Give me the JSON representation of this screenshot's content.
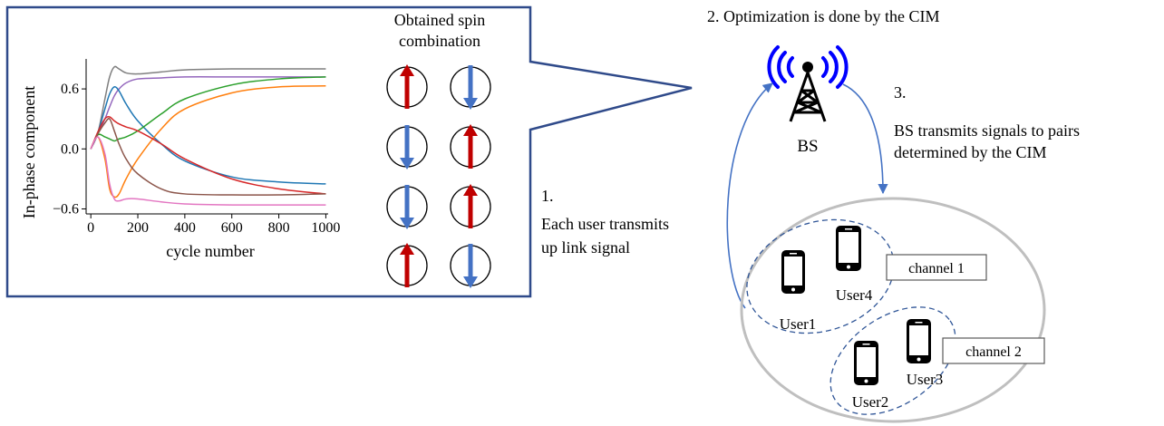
{
  "chart_data": {
    "type": "line",
    "ylabel": "In-phase  component",
    "xlabel": "cycle number",
    "xlim": [
      -20,
      1010
    ],
    "ylim": [
      -0.65,
      0.9
    ],
    "xticks": [
      0,
      200,
      400,
      600,
      800,
      1000
    ],
    "yticks": [
      -0.6,
      0.0,
      0.6
    ],
    "ytick_labels": [
      "−0.6",
      "0.0",
      "0.6"
    ],
    "grid": false,
    "series": [
      {
        "color": "#7f7f7f",
        "x": [
          0,
          30,
          60,
          80,
          100,
          120,
          150,
          200,
          300,
          400,
          600,
          800,
          1000
        ],
        "y": [
          0.0,
          0.16,
          0.5,
          0.72,
          0.82,
          0.8,
          0.76,
          0.75,
          0.77,
          0.79,
          0.8,
          0.8,
          0.8
        ]
      },
      {
        "color": "#9467bd",
        "x": [
          0,
          30,
          60,
          80,
          100,
          120,
          150,
          200,
          300,
          400,
          600,
          800,
          1000
        ],
        "y": [
          0.0,
          0.15,
          0.3,
          0.42,
          0.53,
          0.6,
          0.66,
          0.7,
          0.71,
          0.72,
          0.72,
          0.72,
          0.72
        ]
      },
      {
        "color": "#1f77b4",
        "x": [
          0,
          30,
          60,
          80,
          100,
          120,
          150,
          200,
          300,
          400,
          600,
          800,
          1000
        ],
        "y": [
          0.0,
          0.16,
          0.4,
          0.55,
          0.62,
          0.58,
          0.45,
          0.28,
          0.05,
          -0.12,
          -0.28,
          -0.33,
          -0.35
        ]
      },
      {
        "color": "#2ca02c",
        "x": [
          0,
          30,
          60,
          80,
          100,
          120,
          150,
          200,
          300,
          400,
          600,
          800,
          1000
        ],
        "y": [
          0.0,
          0.14,
          0.12,
          0.1,
          0.08,
          0.1,
          0.12,
          0.18,
          0.35,
          0.5,
          0.64,
          0.7,
          0.72
        ]
      },
      {
        "color": "#ff7f0e",
        "x": [
          0,
          30,
          60,
          80,
          100,
          120,
          150,
          200,
          300,
          400,
          600,
          800,
          1000
        ],
        "y": [
          0.0,
          0.12,
          -0.1,
          -0.4,
          -0.48,
          -0.45,
          -0.3,
          -0.1,
          0.2,
          0.4,
          0.56,
          0.62,
          0.63
        ]
      },
      {
        "color": "#d62728",
        "x": [
          0,
          30,
          60,
          80,
          100,
          120,
          150,
          200,
          300,
          400,
          600,
          800,
          1000
        ],
        "y": [
          0.0,
          0.17,
          0.3,
          0.32,
          0.28,
          0.25,
          0.22,
          0.18,
          0.05,
          -0.1,
          -0.3,
          -0.4,
          -0.45
        ]
      },
      {
        "color": "#8c564b",
        "x": [
          0,
          30,
          60,
          80,
          100,
          120,
          150,
          200,
          300,
          400,
          600,
          800,
          1000
        ],
        "y": [
          0.0,
          0.15,
          0.26,
          0.3,
          0.18,
          0.05,
          -0.1,
          -0.25,
          -0.4,
          -0.45,
          -0.46,
          -0.46,
          -0.45
        ]
      },
      {
        "color": "#e377c2",
        "x": [
          0,
          30,
          60,
          80,
          100,
          120,
          150,
          200,
          300,
          400,
          600,
          800,
          1000
        ],
        "y": [
          0.0,
          0.12,
          -0.05,
          -0.35,
          -0.5,
          -0.52,
          -0.5,
          -0.5,
          -0.53,
          -0.55,
          -0.56,
          -0.56,
          -0.56
        ]
      }
    ]
  },
  "spin_panel": {
    "title_line1": "Obtained spin",
    "title_line2": "combination",
    "spins": [
      {
        "col": 0,
        "row": 0,
        "dir": "up"
      },
      {
        "col": 1,
        "row": 0,
        "dir": "down"
      },
      {
        "col": 0,
        "row": 1,
        "dir": "down"
      },
      {
        "col": 1,
        "row": 1,
        "dir": "up"
      },
      {
        "col": 0,
        "row": 2,
        "dir": "down"
      },
      {
        "col": 1,
        "row": 2,
        "dir": "up"
      },
      {
        "col": 0,
        "row": 3,
        "dir": "up"
      },
      {
        "col": 1,
        "row": 3,
        "dir": "down"
      }
    ]
  },
  "colors": {
    "frame": "#2f4a8a",
    "spin_up": "#c00000",
    "spin_down": "#4472c4",
    "flow_arrow": "#4472c4",
    "radio_waves": "#0000ff",
    "cluster_dash": "#2f5597",
    "cell_outline": "#bfbfbf"
  },
  "steps": {
    "step1_num": "1.",
    "step1_line1": "Each user transmits",
    "step1_line2": "up link signal",
    "step2": "2. Optimization is done by the CIM",
    "step3_num": "3.",
    "step3_line1": "BS transmits signals to pairs",
    "step3_line2": "determined by the CIM"
  },
  "network": {
    "bs_label": "BS",
    "channel1": "channel 1",
    "channel2": "channel 2",
    "users": [
      "User1",
      "User4",
      "User2",
      "User3"
    ]
  },
  "icons": {
    "tower": "cell-tower-icon",
    "phone": "smartphone-icon",
    "spin_up": "arrow-up-icon",
    "spin_down": "arrow-down-icon"
  }
}
